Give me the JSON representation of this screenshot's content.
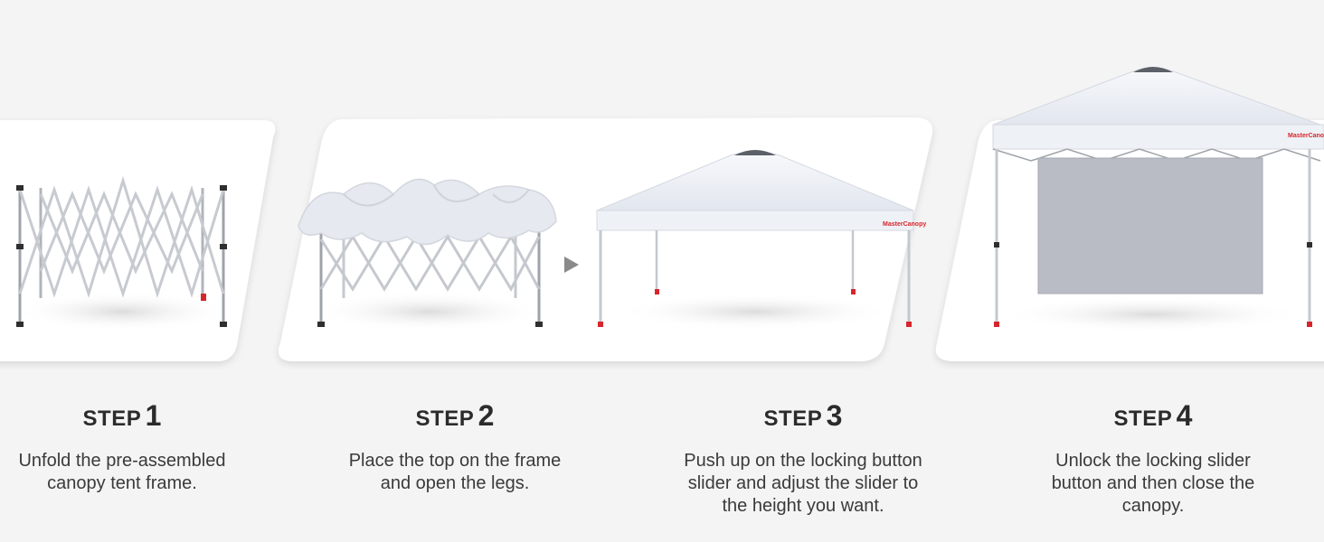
{
  "brand": {
    "logo_text": "MasterCanopy"
  },
  "steps": [
    {
      "word": "STEP",
      "number": "1",
      "description_lines": [
        "Unfold the pre-assembled",
        "canopy tent frame."
      ]
    },
    {
      "word": "STEP",
      "number": "2",
      "description_lines": [
        "Place the top on the frame",
        "and open the legs."
      ]
    },
    {
      "word": "STEP",
      "number": "3",
      "description_lines": [
        "Push up on the locking button",
        "slider and adjust the slider to",
        "the height you want."
      ]
    },
    {
      "word": "STEP",
      "number": "4",
      "description_lines": [
        "Unlock the locking slider",
        "button and then close the",
        "canopy."
      ]
    }
  ],
  "icons": {
    "arrow": "play-triangle-icon"
  },
  "colors": {
    "background": "#f4f4f4",
    "panel": "#ffffff",
    "canopy": "#e9edf4",
    "frame": "#c9ccd2",
    "accent_red": "#d6262c",
    "sidewall": "#b9bcc4"
  }
}
